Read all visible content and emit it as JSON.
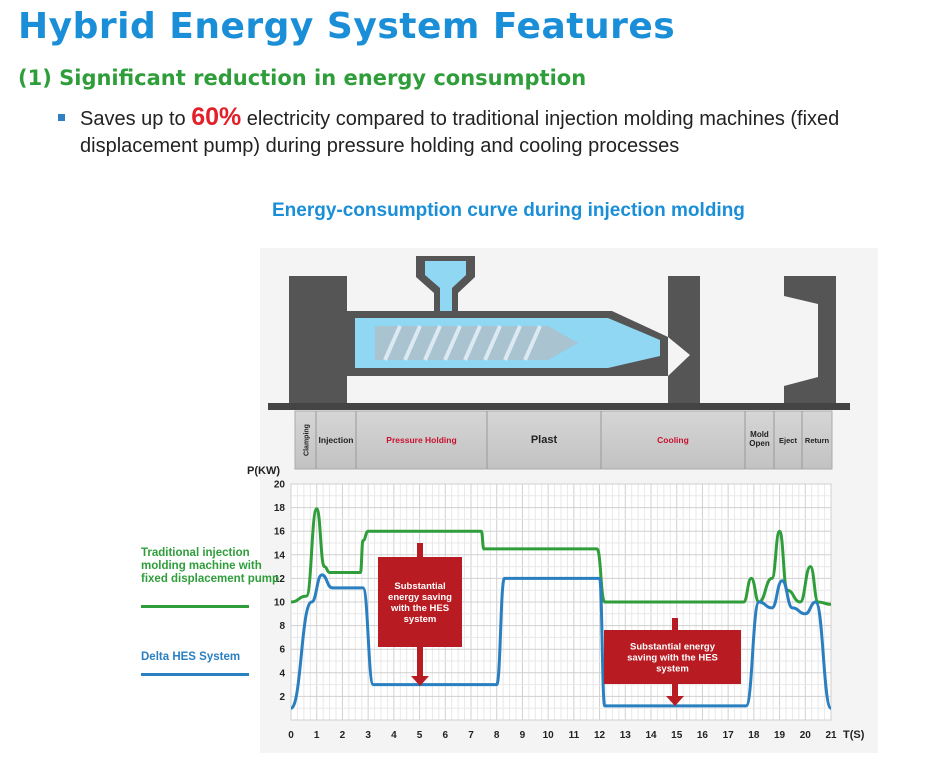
{
  "header": {
    "title": "Hybrid Energy System Features",
    "subtitle": "(1) Significant reduction in energy consumption",
    "bullet_pre": "Saves up to ",
    "bullet_pct": "60%",
    "bullet_post": " electricity compared to traditional injection molding machines (fixed displacement pump) during pressure holding and cooling processes"
  },
  "chart_caption": "Energy-consumption curve during injection molding",
  "phases": [
    "Clamping",
    "Injection",
    "Pressure Holding",
    "Plast",
    "Cooling",
    "Mold Open",
    "Eject",
    "Return"
  ],
  "callouts": {
    "holding": "Substantial energy saving with the HES system",
    "cooling": "Substantial energy saving with the HES system"
  },
  "legend": {
    "traditional": "Traditional injection molding machine with fixed displacement pump",
    "hes": "Delta HES System"
  },
  "colors": {
    "title": "#1a8fd8",
    "traditional": "#2f9e3a",
    "hes": "#2a7fc0",
    "callout": "#b81c22",
    "phase_highlight": "#c8102e"
  },
  "chart_data": {
    "type": "line",
    "xlabel": "T(S)",
    "ylabel": "P(KW)",
    "xlim": [
      0,
      21
    ],
    "ylim": [
      0,
      20
    ],
    "x_ticks": [
      0,
      1,
      2,
      3,
      4,
      5,
      6,
      7,
      8,
      9,
      10,
      11,
      12,
      13,
      14,
      15,
      16,
      17,
      18,
      19,
      20,
      21
    ],
    "y_ticks": [
      2,
      4,
      6,
      8,
      10,
      12,
      14,
      16,
      18,
      20
    ],
    "series": [
      {
        "name": "Traditional injection molding machine with fixed displacement pump",
        "x": [
          0,
          0.6,
          1,
          1.3,
          1.5,
          2.7,
          2.8,
          3,
          7.4,
          7.5,
          11.9,
          12.2,
          17.6,
          17.9,
          18.2,
          18.7,
          19,
          19.3,
          19.8,
          20.2,
          20.5,
          21
        ],
        "y": [
          10,
          10.5,
          17.9,
          13,
          12.5,
          12.5,
          15.2,
          16,
          16,
          14.5,
          14.5,
          10,
          10,
          12,
          10,
          12,
          16,
          11,
          10,
          13,
          10,
          9.8
        ]
      },
      {
        "name": "Delta HES System",
        "x": [
          0,
          0.8,
          1.2,
          1.6,
          2.8,
          3.2,
          8.0,
          8.3,
          12.0,
          12.2,
          17.7,
          18.2,
          18.7,
          19.1,
          19.5,
          20.0,
          20.4,
          21
        ],
        "y": [
          1,
          10,
          12.3,
          11.2,
          11.2,
          3,
          3,
          12,
          12,
          1.2,
          1.2,
          10,
          9.5,
          11.8,
          9.5,
          9,
          10,
          1
        ]
      }
    ]
  }
}
